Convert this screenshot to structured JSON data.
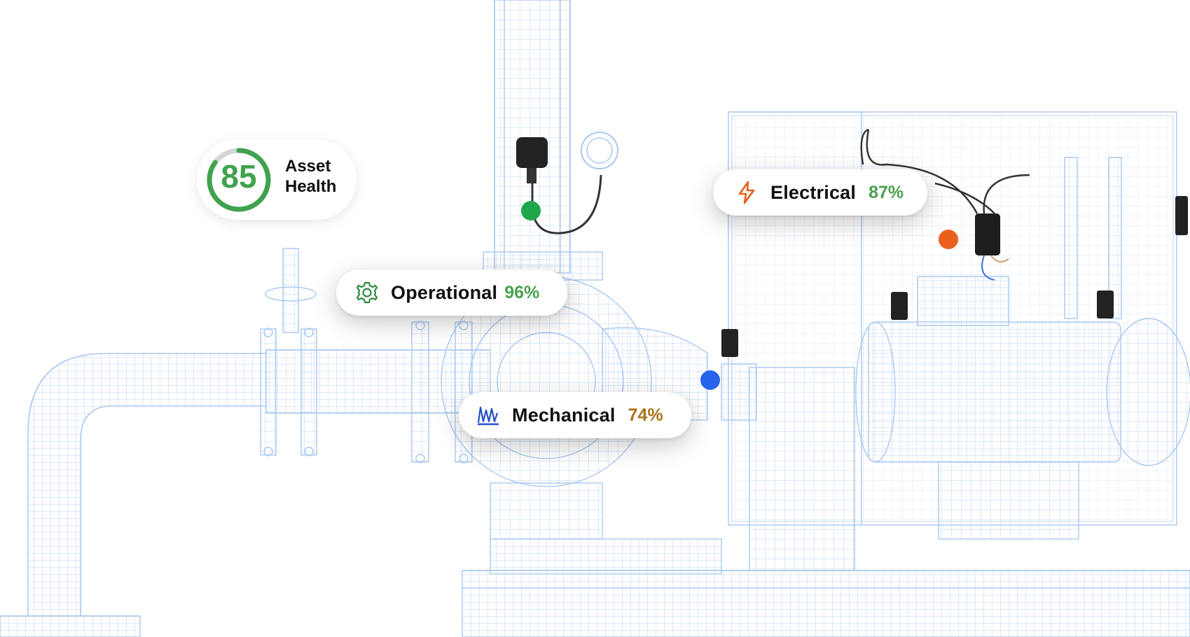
{
  "asset_health": {
    "score": "85",
    "label_line1": "Asset",
    "label_line2": "Health",
    "fraction": 0.85,
    "color": "#3fa34d"
  },
  "indicators": {
    "electrical": {
      "label": "Electrical",
      "value": "87%",
      "icon": "lightning-icon",
      "icon_color": "#e8601c",
      "value_color": "#4aa04e"
    },
    "operational": {
      "label": "Operational",
      "value": "96%",
      "icon": "gear-icon",
      "icon_color": "#2e8b3e",
      "value_color": "#4aa04e"
    },
    "mechanical": {
      "label": "Mechanical",
      "value": "74%",
      "icon": "waveform-icon",
      "icon_color": "#2450c8",
      "value_color": "#a8741a"
    }
  },
  "markers": {
    "operational_color": "#1fa64a",
    "electrical_color": "#e8601c",
    "mechanical_color": "#2563eb"
  },
  "wireframe_color": "#a9c8f0"
}
